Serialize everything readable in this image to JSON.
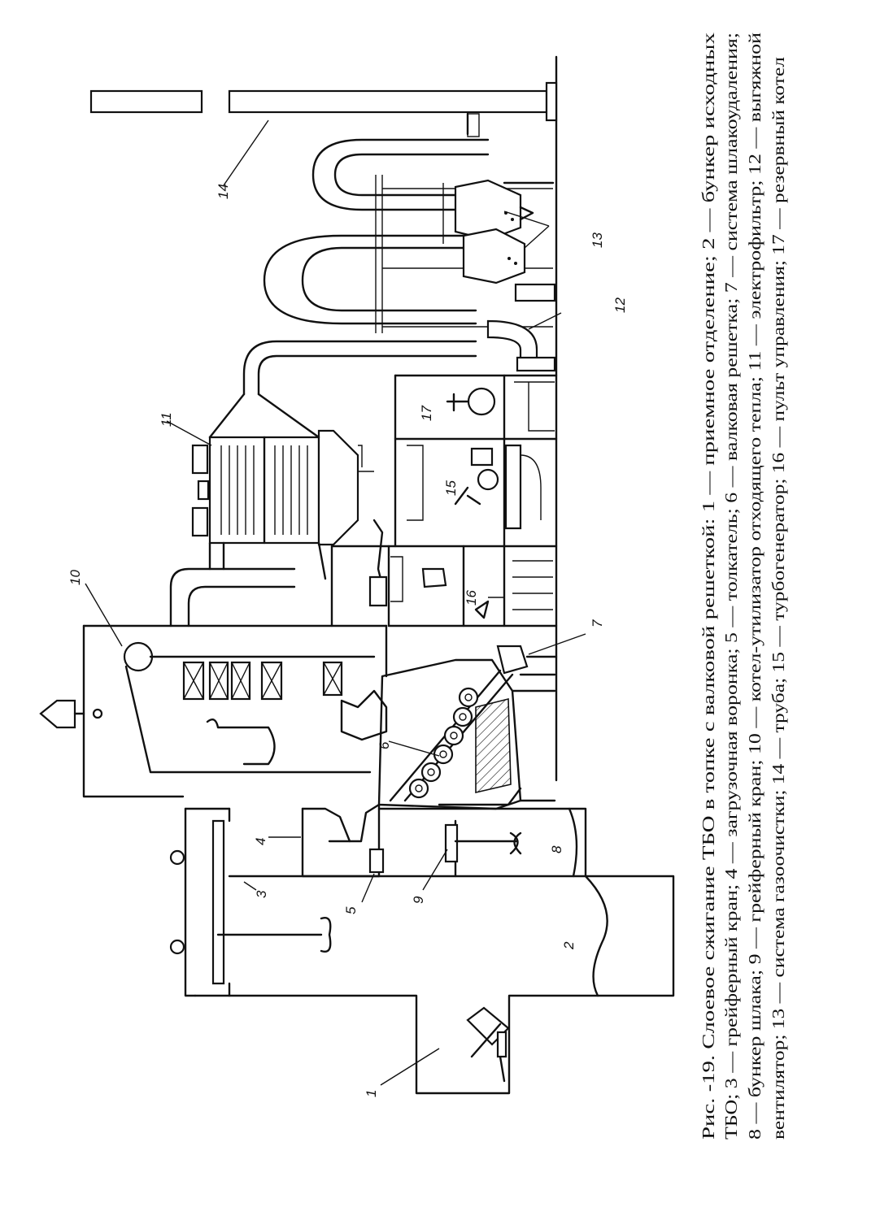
{
  "caption": {
    "line1": "Рис.    -19. Слоевое сжигание ТБО в топке с валковой решеткой: 1 — приемное отделение; 2 — бункер исходных",
    "line2": "ТБО; 3 — грейферный кран; 4 — загрузочная воронка; 5 — толкатель; 6 — валковая решетка; 7 — система шлакоудаления;",
    "line3": "8 — бункер шлака; 9 — грейферный кран; 10 — котел-утилизатор отходящего тепла; 11 — электрофильтр; 12 — выгяжной",
    "line4": "вентилятор; 13 — система газоочистки; 14 — труба; 15 — турбогенератор; 16 — пульт управления; 17 — резервный котел"
  },
  "callouts": {
    "n1": "1",
    "n2": "2",
    "n3": "3",
    "n4": "4",
    "n5": "5",
    "n6": "6",
    "n7": "7",
    "n8": "8",
    "n9": "9",
    "n10": "10",
    "n11": "11",
    "n12": "12",
    "n13": "13",
    "n14": "14",
    "n15": "15",
    "n16": "16",
    "n17": "17"
  }
}
